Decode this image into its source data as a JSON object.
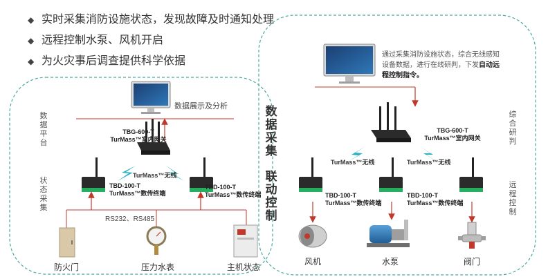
{
  "bullets": [
    "实时采集消防设施状态，发现故障及时通知处理",
    "远程控制水泵、风机开启",
    "为火灾事后调查提供科学依据"
  ],
  "bullet_marker": "◆",
  "left": {
    "label_data_platform": "数据平台",
    "label_state_collect": "状态采集",
    "display_caption": "数据展示及分析",
    "gateway_model": "TBG-600-T",
    "gateway_name": "TurMass™室内网关",
    "wireless_label": "TurMass™无线",
    "terminal_left_model": "TBD-100-T",
    "terminal_left_name": "TurMass™数传终端",
    "terminal_right_model": "TBD-100-T",
    "terminal_right_name": "TurMass™数传终端",
    "bus_label": "RS232、RS485",
    "devices": [
      "防火门",
      "压力水表",
      "主机状态"
    ]
  },
  "center": {
    "title_top": "数据采集",
    "title_bottom": "联动控制"
  },
  "right": {
    "desc_text": "通过采集消防设施状态，综合无线感知设备数据，进行在线研判，下发",
    "desc_bold": "自动远程控制指令。",
    "label_judge": "综合研判",
    "label_remote": "远程控制",
    "gateway_model": "TBG-600-T",
    "gateway_name": "TurMass™室内网关",
    "wireless_left": "TurMass™无线",
    "wireless_right": "TurMass™无线",
    "terminal_left_model": "TBD-100-T",
    "terminal_left_name": "TurMass™数传终端",
    "terminal_right_model": "TBD-100-T",
    "terminal_right_name": "TurMass™数传终端",
    "devices": [
      "风机",
      "水泵",
      "阀门"
    ]
  },
  "colors": {
    "dashed_border": "#4aa8a0",
    "arrow": "#c0392b",
    "wireless_bolt": "#2bb3c0",
    "device_body": "#2b2b2b",
    "terminal_green": "#27ae60",
    "screen_blue": "#1f4f8a"
  }
}
